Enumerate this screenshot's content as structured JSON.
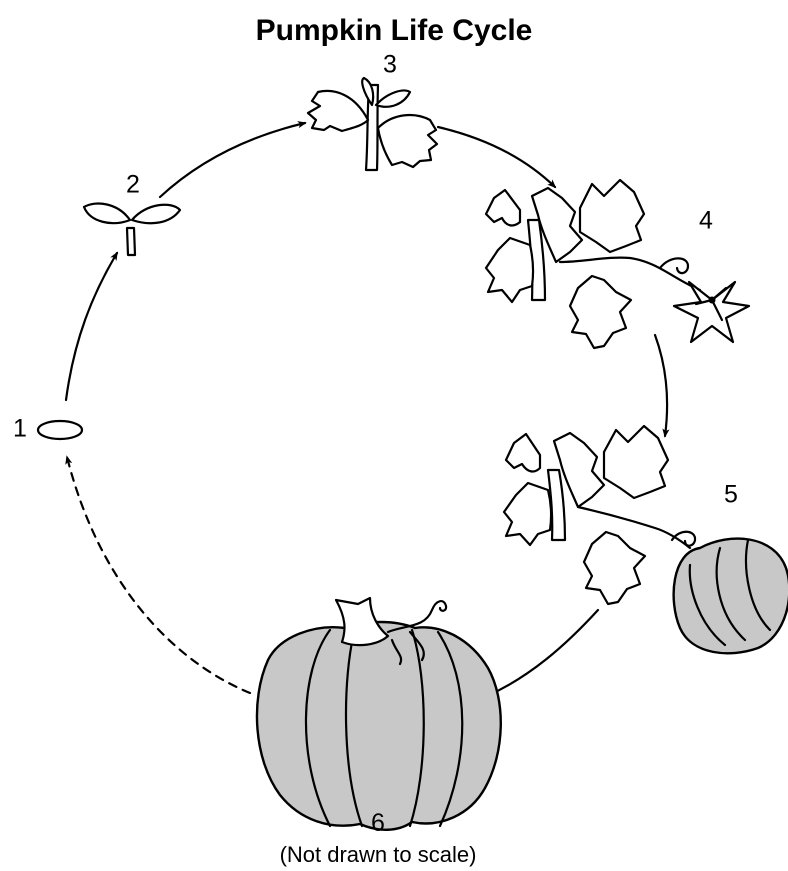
{
  "title": "Pumpkin Life Cycle",
  "stages": [
    {
      "label": "1",
      "name": "seed"
    },
    {
      "label": "2",
      "name": "sprout"
    },
    {
      "label": "3",
      "name": "seedling"
    },
    {
      "label": "4",
      "name": "vine with flower"
    },
    {
      "label": "5",
      "name": "vine with young pumpkin"
    },
    {
      "label": "6",
      "name": "mature pumpkin"
    }
  ],
  "note": "(Not drawn to scale)",
  "colors": {
    "ink": "#000000",
    "pumpkin_fill": "#c8c8c8",
    "background": "#ffffff"
  }
}
